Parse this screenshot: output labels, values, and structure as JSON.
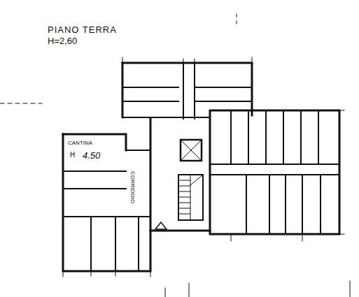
{
  "diagram": {
    "title": "PIANO TERRA",
    "labels": [
      "H=2,60",
      "CANTINA",
      "H",
      "4.50",
      "CORRIDOIO"
    ]
  }
}
